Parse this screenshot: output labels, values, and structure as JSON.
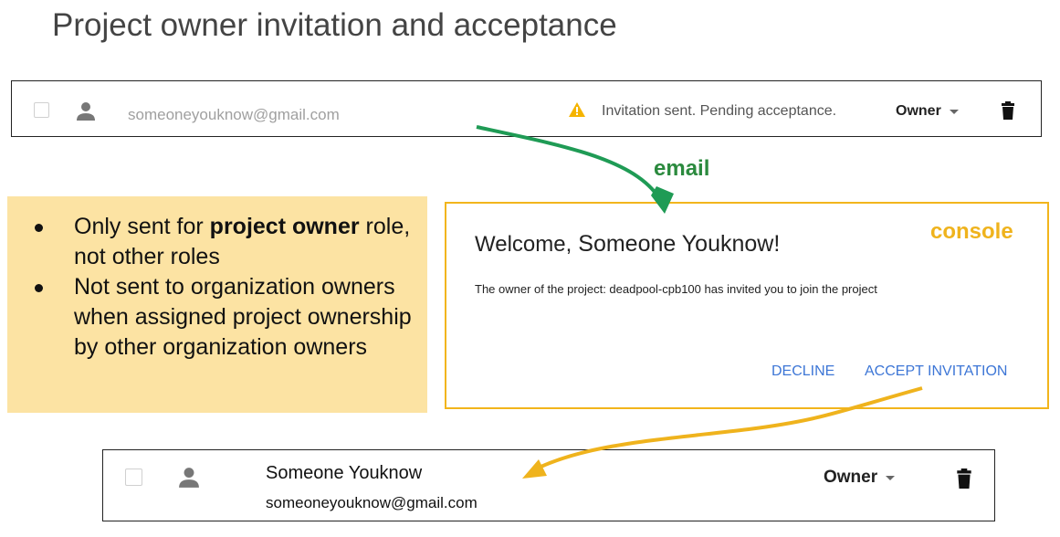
{
  "title": "Project owner invitation and acceptance",
  "pending_row": {
    "email": "someoneyouknow@gmail.com",
    "status": "Invitation sent. Pending acceptance.",
    "role": "Owner"
  },
  "annotations": {
    "email": "email",
    "console": "console"
  },
  "notes": {
    "item1_pre": "Only sent for ",
    "item1_bold": "project owner",
    "item1_post": " role, not other roles",
    "item2": "Not sent to organization owners when assigned project ownership by other organization owners"
  },
  "dialog": {
    "welcome": "Welcome,",
    "name": "Someone Youknow!",
    "message": "The owner of the project: deadpool-cpb100 has invited you to join the project",
    "decline": "DECLINE",
    "accept": "ACCEPT INVITATION"
  },
  "accepted_row": {
    "name": "Someone Youknow",
    "email": "someoneyouknow@gmail.com",
    "role": "Owner"
  },
  "colors": {
    "email_arrow": "#1f9b55",
    "console_arrow": "#efb31d",
    "note_bg": "#fce3a3",
    "link": "#3d76d6"
  }
}
